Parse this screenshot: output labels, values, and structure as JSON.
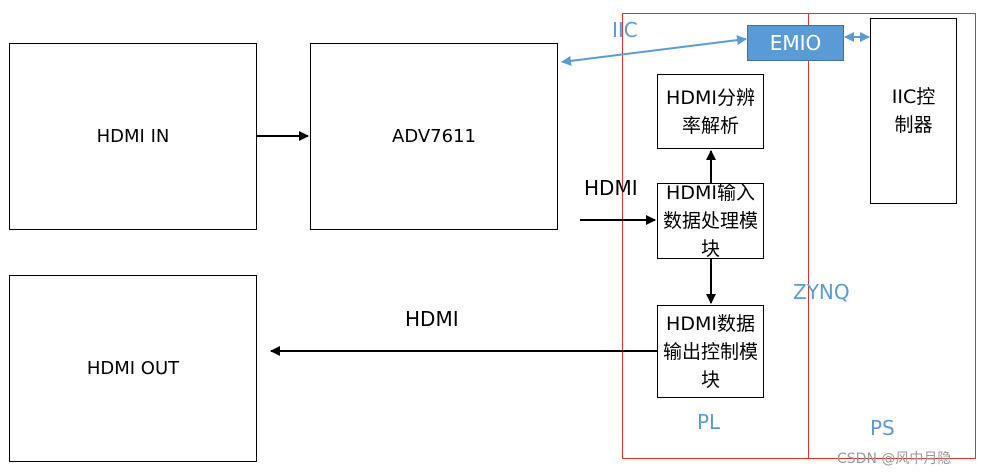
{
  "blocks": {
    "hdmi_in": "HDMI IN",
    "adv7611": "ADV7611",
    "hdmi_out": "HDMI OUT",
    "resolution": "HDMI分辨率解析",
    "input_proc": "HDMI输入数据处理模块",
    "output_ctrl": "HDMI数据输出控制模块",
    "iic_ctrl": "IIC控制器",
    "emio": "EMIO"
  },
  "labels": {
    "iic": "IIC",
    "hdmi_in_link": "HDMI",
    "hdmi_out_link": "HDMI",
    "zynq": "ZYNQ",
    "pl": "PL",
    "ps": "PS"
  },
  "watermark": "CSDN @风中月隐",
  "colors": {
    "accent_blue": "#5b9bd5",
    "region_red": "#e03030"
  }
}
